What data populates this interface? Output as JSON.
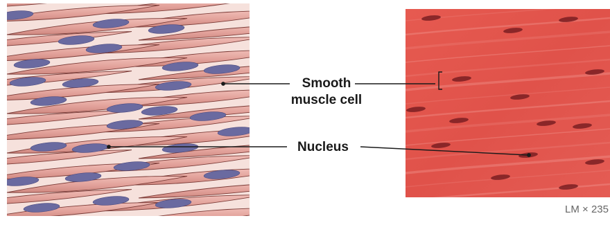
{
  "labels": {
    "smooth_line1": "Smooth",
    "smooth_line2": "muscle cell",
    "nucleus": "Nucleus"
  },
  "micrograph": {
    "magnification": "LM × 235"
  },
  "colors": {
    "illustration_cell_fill": "#e8a8a2",
    "illustration_background": "#f6e1dc",
    "illustration_nucleus": "#6a6aa0",
    "micrograph_tissue": "#e2544c",
    "micrograph_nucleus": "#7a1e22",
    "leader_line": "#1a1a1a"
  }
}
